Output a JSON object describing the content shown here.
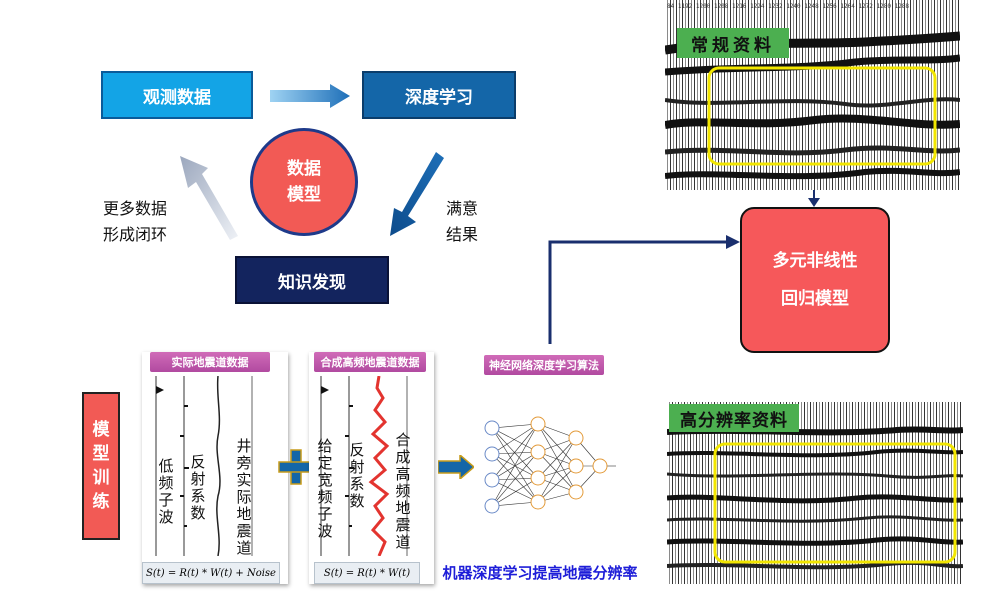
{
  "cycle": {
    "observed_data": "观测数据",
    "deep_learning": "深度学习",
    "knowledge_discovery": "知识发现",
    "center_line1": "数据",
    "center_line2": "模型",
    "left_line1": "更多数据",
    "left_line2": "形成闭环",
    "right_line1": "满意",
    "right_line2": "结果"
  },
  "regression": {
    "line1": "多元非线性",
    "line2": "回归模型"
  },
  "seismic_top": {
    "label": "常规资料",
    "ticks": "84 1192 1200 1208 1216 1224 1232 1240 1248 1256 1264 1272 1280 1288"
  },
  "seismic_bottom": {
    "label": "高分辨率资料"
  },
  "training": {
    "label": "模型训练",
    "panel1_title": "实际地震道数据",
    "panel1_col1": "低频子波",
    "panel1_col2": "反射系数",
    "panel1_col3": "井旁实际地震道",
    "panel1_formula": "S(t) = R(t) * W(t) + Noise",
    "panel2_title": "合成高频地震道数据",
    "panel2_col1": "给定宽频子波",
    "panel2_col2": "反射系数",
    "panel2_col3": "合成高频地震道",
    "panel2_formula": "S(t) = R(t) * W(t)",
    "panel3_title": "神经网络深度学习算法",
    "caption": "机器深度学习提高地震分辨率"
  },
  "colors": {
    "accent_blue": "#13a4e6",
    "dark_blue": "#1466a8",
    "navy": "#13245e",
    "red": "#f25a55",
    "highlight_yellow": "#f2e600",
    "label_green": "#4caf50",
    "caption_blue": "#1d1dd8"
  }
}
